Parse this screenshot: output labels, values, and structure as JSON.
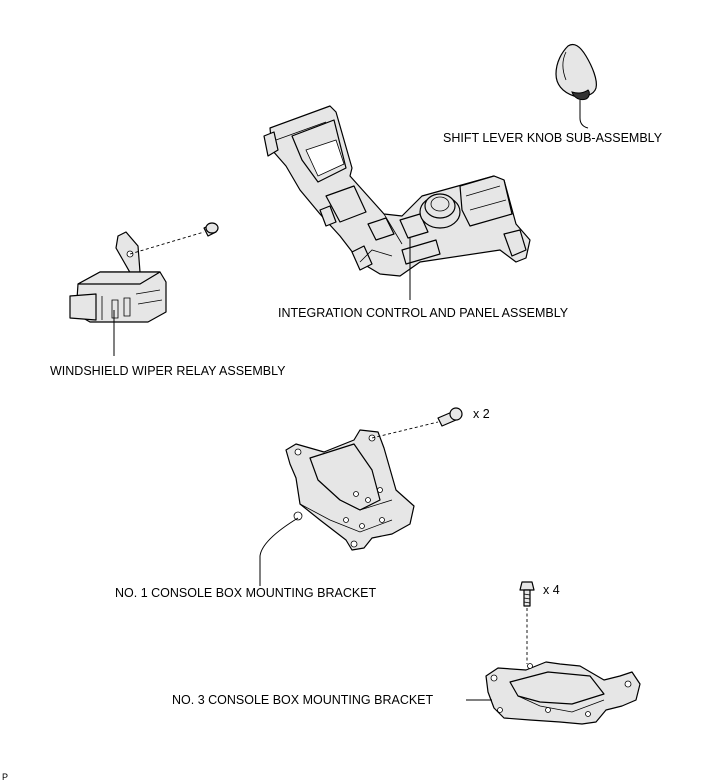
{
  "labels": {
    "shift_knob": "SHIFT LEVER KNOB SUB-ASSEMBLY",
    "integration_panel": "INTEGRATION CONTROL AND PANEL ASSEMBLY",
    "wiper_relay": "WINDSHIELD WIPER RELAY ASSEMBLY",
    "bracket_no1": "NO. 1 CONSOLE BOX MOUNTING BRACKET",
    "bracket_no3": "NO. 3 CONSOLE BOX MOUNTING BRACKET"
  },
  "quantities": {
    "bracket_no1_bolts": "x 2",
    "bracket_no3_bolts": "x 4"
  },
  "corner_mark": "P"
}
